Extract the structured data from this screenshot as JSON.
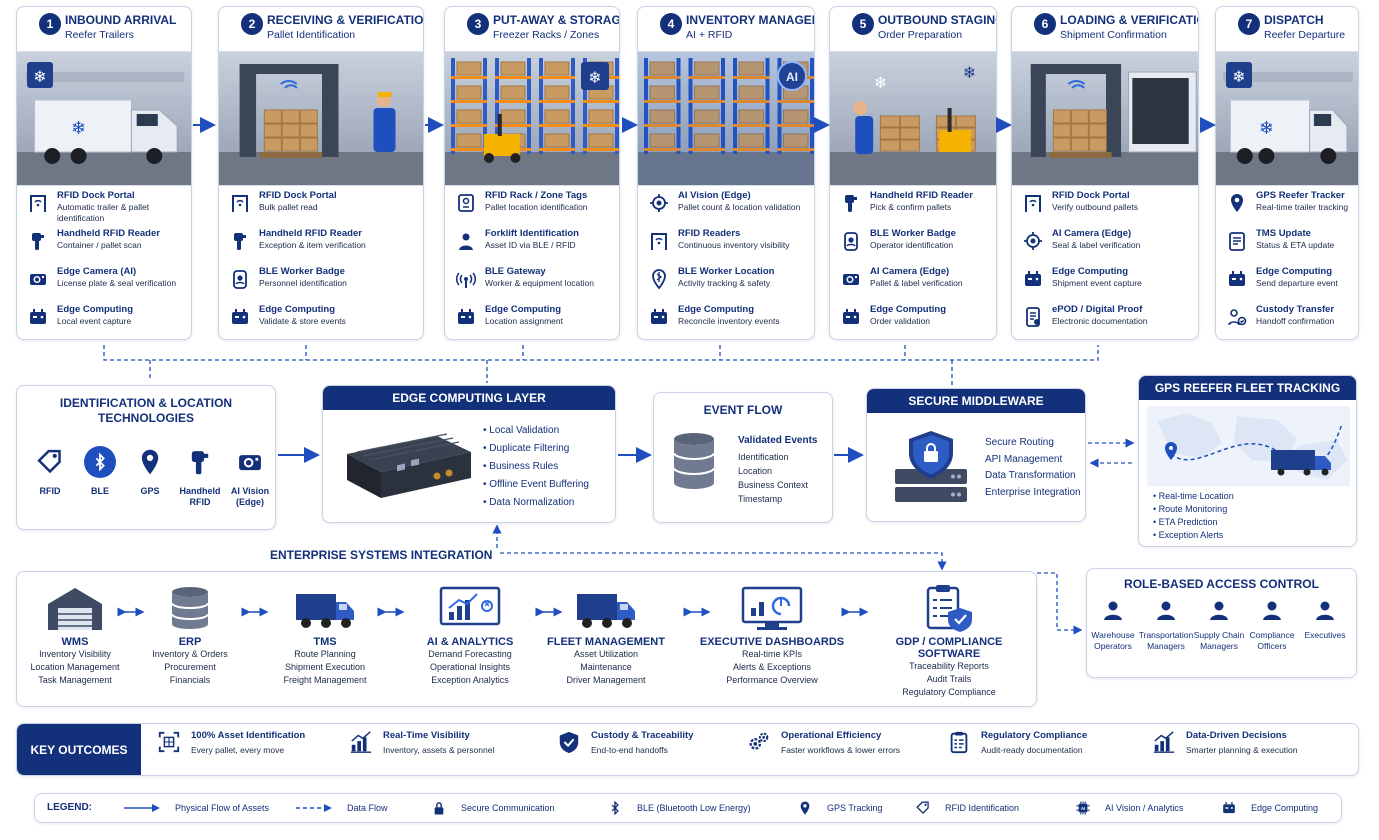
{
  "stages": [
    {
      "num": "1",
      "title": "INBOUND ARRIVAL",
      "sub": "Reefer Trailers",
      "scene": "truck",
      "items": [
        {
          "icon": "rfid-portal-icon",
          "title": "RFID Dock Portal",
          "desc": "Automatic trailer & pallet identification"
        },
        {
          "icon": "handheld-reader-icon",
          "title": "Handheld RFID Reader",
          "desc": "Container / pallet scan"
        },
        {
          "icon": "camera-icon",
          "title": "Edge Camera (AI)",
          "desc": "License plate & seal verification"
        },
        {
          "icon": "edge-box-icon",
          "title": "Edge Computing",
          "desc": "Local event capture"
        }
      ]
    },
    {
      "num": "2",
      "title": "RECEIVING & VERIFICATION",
      "sub": "Pallet Identification",
      "scene": "portal",
      "items": [
        {
          "icon": "rfid-portal-icon",
          "title": "RFID Dock Portal",
          "desc": "Bulk pallet read"
        },
        {
          "icon": "handheld-reader-icon",
          "title": "Handheld RFID Reader",
          "desc": "Exception & item verification"
        },
        {
          "icon": "ble-badge-icon",
          "title": "BLE Worker Badge",
          "desc": "Personnel identification"
        },
        {
          "icon": "edge-box-icon",
          "title": "Edge Computing",
          "desc": "Validate & store events"
        }
      ]
    },
    {
      "num": "3",
      "title": "PUT-AWAY & STORAGE",
      "sub": "Freezer Racks / Zones",
      "scene": "racks",
      "items": [
        {
          "icon": "rack-tag-icon",
          "title": "RFID Rack / Zone Tags",
          "desc": "Pallet location identification"
        },
        {
          "icon": "forklift-id-icon",
          "title": "Forklift Identification",
          "desc": "Asset ID via BLE / RFID"
        },
        {
          "icon": "ble-gateway-icon",
          "title": "BLE Gateway",
          "desc": "Worker & equipment location"
        },
        {
          "icon": "edge-box-icon",
          "title": "Edge Computing",
          "desc": "Location assignment"
        }
      ]
    },
    {
      "num": "4",
      "title": "INVENTORY MANAGEMENT",
      "sub": "AI + RFID",
      "scene": "inventory",
      "items": [
        {
          "icon": "ai-vision-icon",
          "title": "AI Vision (Edge)",
          "desc": "Pallet count & location validation"
        },
        {
          "icon": "rfid-portal-icon",
          "title": "RFID Readers",
          "desc": "Continuous inventory visibility"
        },
        {
          "icon": "ble-location-icon",
          "title": "BLE Worker Location",
          "desc": "Activity tracking & safety"
        },
        {
          "icon": "edge-box-icon",
          "title": "Edge Computing",
          "desc": "Reconcile inventory events"
        }
      ]
    },
    {
      "num": "5",
      "title": "OUTBOUND STAGING",
      "sub": "Order Preparation",
      "scene": "staging",
      "items": [
        {
          "icon": "handheld-reader-icon",
          "title": "Handheld RFID Reader",
          "desc": "Pick & confirm pallets"
        },
        {
          "icon": "ble-badge-icon",
          "title": "BLE Worker Badge",
          "desc": "Operator identification"
        },
        {
          "icon": "camera-icon",
          "title": "AI Camera (Edge)",
          "desc": "Pallet & label verification"
        },
        {
          "icon": "edge-box-icon",
          "title": "Edge Computing",
          "desc": "Order validation"
        }
      ]
    },
    {
      "num": "6",
      "title": "LOADING & VERIFICATION",
      "sub": "Shipment Confirmation",
      "scene": "loading",
      "items": [
        {
          "icon": "rfid-portal-icon",
          "title": "RFID Dock Portal",
          "desc": "Verify outbound pallets"
        },
        {
          "icon": "ai-vision-icon",
          "title": "AI Camera (Edge)",
          "desc": "Seal & label verification"
        },
        {
          "icon": "edge-box-icon",
          "title": "Edge Computing",
          "desc": "Shipment event capture"
        },
        {
          "icon": "epod-icon",
          "title": "ePOD / Digital Proof",
          "desc": "Electronic documentation"
        }
      ]
    },
    {
      "num": "7",
      "title": "DISPATCH",
      "sub": "Reefer Departure",
      "scene": "truck",
      "items": [
        {
          "icon": "gps-icon",
          "title": "GPS Reefer Tracker",
          "desc": "Real-time trailer tracking"
        },
        {
          "icon": "tms-icon",
          "title": "TMS Update",
          "desc": "Status & ETA update"
        },
        {
          "icon": "edge-box-icon",
          "title": "Edge Computing",
          "desc": "Send departure event"
        },
        {
          "icon": "custody-icon",
          "title": "Custody Transfer",
          "desc": "Handoff confirmation"
        }
      ]
    }
  ],
  "id_tech": {
    "title": "IDENTIFICATION & LOCATION TECHNOLOGIES",
    "items": [
      {
        "icon": "rfid-tag-icon",
        "label": "RFID"
      },
      {
        "icon": "bluetooth-icon",
        "label": "BLE"
      },
      {
        "icon": "gps-pin-icon",
        "label": "GPS"
      },
      {
        "icon": "handheld-reader-icon",
        "label": "Handheld RFID"
      },
      {
        "icon": "camera-icon",
        "label": "AI Vision (Edge)"
      }
    ]
  },
  "edge_layer": {
    "title": "EDGE COMPUTING LAYER",
    "bullets": [
      "Local Validation",
      "Duplicate Filtering",
      "Business Rules",
      "Offline Event Buffering",
      "Data Normalization"
    ]
  },
  "event_flow": {
    "title": "EVENT FLOW",
    "heading": "Validated Events",
    "lines": [
      "Identification",
      "Location",
      "Business Context",
      "Timestamp"
    ]
  },
  "middleware": {
    "title": "SECURE MIDDLEWARE",
    "lines": [
      "Secure Routing",
      "API Management",
      "Data Transformation",
      "Enterprise Integration"
    ]
  },
  "gps_fleet": {
    "title": "GPS REEFER FLEET TRACKING",
    "bullets": [
      "Real-time Location",
      "Route Monitoring",
      "ETA Prediction",
      "Exception Alerts"
    ]
  },
  "enterprise": {
    "title": "ENTERPRISE SYSTEMS INTEGRATION",
    "items": [
      {
        "icon": "warehouse-icon",
        "title": "WMS",
        "lines": [
          "Inventory Visibility",
          "Location Management",
          "Task Management"
        ]
      },
      {
        "icon": "database-icon",
        "title": "ERP",
        "lines": [
          "Inventory & Orders",
          "Procurement",
          "Financials"
        ]
      },
      {
        "icon": "truck-icon",
        "title": "TMS",
        "lines": [
          "Route Planning",
          "Shipment Execution",
          "Freight Management"
        ]
      },
      {
        "icon": "analytics-icon",
        "title": "AI & ANALYTICS",
        "lines": [
          "Demand Forecasting",
          "Operational Insights",
          "Exception Analytics"
        ]
      },
      {
        "icon": "truck-icon",
        "title": "FLEET MANAGEMENT",
        "lines": [
          "Asset Utilization",
          "Maintenance",
          "Driver Management"
        ]
      },
      {
        "icon": "dashboard-icon",
        "title": "EXECUTIVE DASHBOARDS",
        "lines": [
          "Real-time KPIs",
          "Alerts & Exceptions",
          "Performance Overview"
        ]
      },
      {
        "icon": "compliance-icon",
        "title": "GDP / COMPLIANCE SOFTWARE",
        "lines": [
          "Traceability Reports",
          "Audit Trails",
          "Regulatory Compliance"
        ]
      }
    ]
  },
  "rbac": {
    "title": "ROLE-BASED ACCESS CONTROL",
    "roles": [
      [
        "Warehouse",
        "Operators"
      ],
      [
        "Transportation",
        "Managers"
      ],
      [
        "Supply Chain",
        "Managers"
      ],
      [
        "Compliance",
        "Officers"
      ],
      [
        "Executives",
        ""
      ]
    ]
  },
  "outcomes": {
    "label": "KEY OUTCOMES",
    "items": [
      {
        "icon": "asset-id-icon",
        "title": "100% Asset Identification",
        "desc": "Every pallet, every move"
      },
      {
        "icon": "visibility-chart-icon",
        "title": "Real-Time Visibility",
        "desc": "Inventory, assets & personnel"
      },
      {
        "icon": "shield-check-icon",
        "title": "Custody & Traceability",
        "desc": "End-to-end handoffs"
      },
      {
        "icon": "gears-icon",
        "title": "Operational Efficiency",
        "desc": "Faster workflows & lower errors"
      },
      {
        "icon": "clipboard-icon",
        "title": "Regulatory Compliance",
        "desc": "Audit-ready documentation"
      },
      {
        "icon": "decisions-chart-icon",
        "title": "Data-Driven Decisions",
        "desc": "Smarter planning & execution"
      }
    ]
  },
  "legend": {
    "label": "LEGEND:",
    "items": [
      {
        "icon": "solid-arrow-icon",
        "label": "Physical Flow of Assets"
      },
      {
        "icon": "dashed-arrow-icon",
        "label": "Data Flow"
      },
      {
        "icon": "lock-icon",
        "label": "Secure Communication"
      },
      {
        "icon": "bluetooth-icon",
        "label": "BLE (Bluetooth Low Energy)"
      },
      {
        "icon": "gps-pin-icon",
        "label": "GPS Tracking"
      },
      {
        "icon": "rfid-tag-icon",
        "label": "RFID Identification"
      },
      {
        "icon": "ai-chip-icon",
        "label": "AI Vision / Analytics"
      },
      {
        "icon": "edge-box-icon",
        "label": "Edge Computing"
      }
    ]
  },
  "colors": {
    "navy": "#13307a",
    "blue": "#1f4fbf",
    "light": "#e9eef7"
  }
}
